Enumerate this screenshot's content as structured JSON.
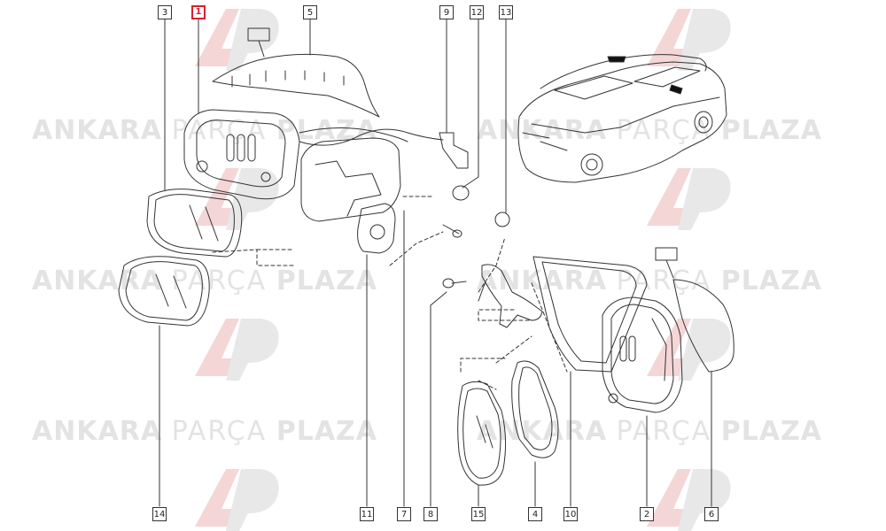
{
  "watermark": {
    "word1": "ANKARA",
    "word2": "PARÇA",
    "word3": "PLAZA",
    "colors": {
      "text": "#e3e3e3",
      "logo_red": "#f3d2d2",
      "logo_gray": "#e6e6e6"
    }
  },
  "callouts": [
    {
      "id": "c1",
      "label": "1",
      "highlighted": true
    },
    {
      "id": "c3",
      "label": "3"
    },
    {
      "id": "c5",
      "label": "5"
    },
    {
      "id": "c9",
      "label": "9"
    },
    {
      "id": "c12",
      "label": "12"
    },
    {
      "id": "c13",
      "label": "13"
    },
    {
      "id": "c14",
      "label": "14"
    },
    {
      "id": "c11",
      "label": "11"
    },
    {
      "id": "c7",
      "label": "7"
    },
    {
      "id": "c8",
      "label": "8"
    },
    {
      "id": "c15",
      "label": "15"
    },
    {
      "id": "c4",
      "label": "4"
    },
    {
      "id": "c10",
      "label": "10"
    },
    {
      "id": "c2",
      "label": "2"
    },
    {
      "id": "c6",
      "label": "6"
    }
  ],
  "colors": {
    "line": "#333333",
    "highlight": "#d8202c"
  }
}
